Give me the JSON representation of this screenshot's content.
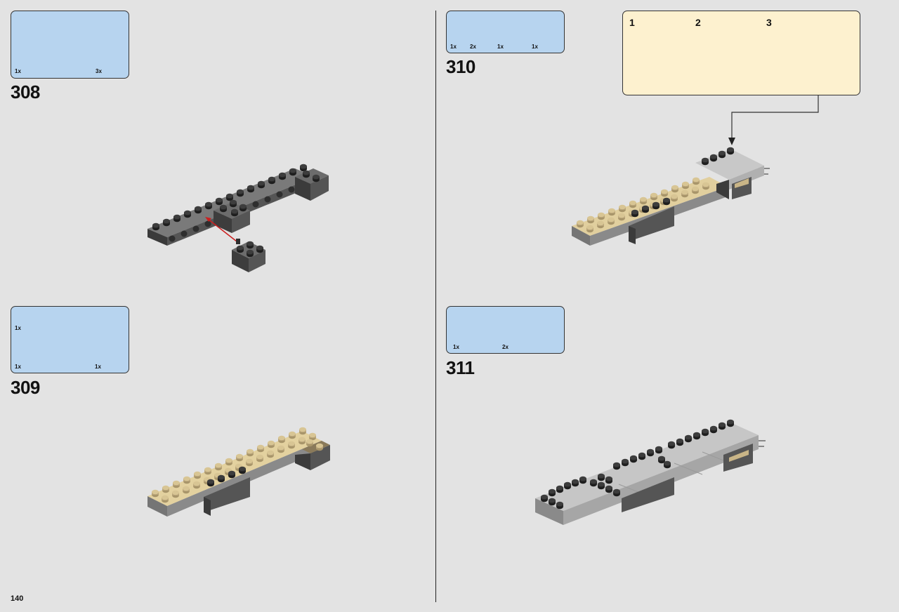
{
  "page": {
    "number": "140"
  },
  "steps": [
    {
      "number": "308",
      "parts": [
        {
          "qty": "1x"
        },
        {
          "qty": "3x"
        }
      ]
    },
    {
      "number": "309",
      "parts": [
        {
          "qty": "1x"
        },
        {
          "qty": "1x"
        },
        {
          "qty": "1x"
        }
      ]
    },
    {
      "number": "310",
      "parts": [
        {
          "qty": "1x"
        },
        {
          "qty": "2x"
        },
        {
          "qty": "1x"
        },
        {
          "qty": "1x"
        }
      ],
      "substeps": [
        "1",
        "2",
        "3"
      ]
    },
    {
      "number": "311",
      "parts": [
        {
          "qty": "1x"
        },
        {
          "qty": "2x"
        }
      ]
    }
  ],
  "colors": {
    "parts_bg": "#b7d4ef",
    "callout_bg": "#fdf1cf",
    "dark_grey": "#5e5e5e",
    "light_grey": "#bdbdbd",
    "tan": "#e5d3a1",
    "arrow": "#cc1e1e"
  }
}
